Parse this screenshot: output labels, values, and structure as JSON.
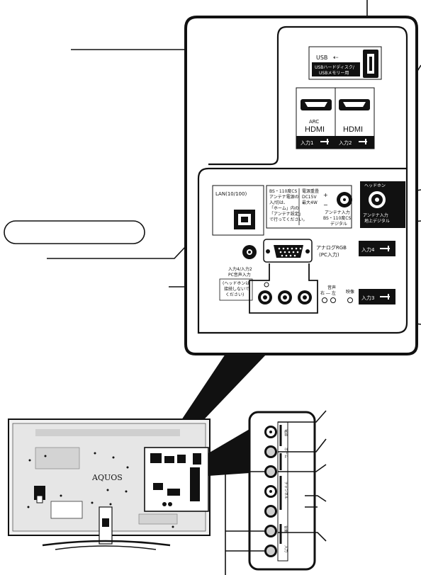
{
  "panel": {
    "usb": {
      "label": "USB",
      "symbol": "⇠",
      "sublabel_1": "USBハードディスク/",
      "sublabel_2": "USBメモリー用"
    },
    "hdmi1": {
      "top": "ARC",
      "name": "HDMI",
      "input": "入力1"
    },
    "hdmi2": {
      "name": "HDMI",
      "input": "入力2"
    },
    "lan": {
      "label": "LAN(10/100)"
    },
    "antenna_note": {
      "lines": [
        "BS・110度CS",
        "アンテナ電源の",
        "入/切は、",
        "「ホーム」内の",
        "「アンテナ設定」",
        "で行ってください。"
      ]
    },
    "power_supply": {
      "lines": [
        "電源重畳",
        "DC15V",
        "最大4W"
      ]
    },
    "bs_antenna": {
      "lines": [
        "アンテナ入力",
        "BS・110度CS",
        "デジタル"
      ]
    },
    "headphone": {
      "label": "ヘッドホン"
    },
    "terrestrial": {
      "lines": [
        "アンテナ入力",
        "地上デジタル"
      ]
    },
    "analog_rgb": {
      "lines": [
        "アナログRGB",
        "(PC入力)"
      ],
      "input": "入力4"
    },
    "pc_audio": {
      "lines": [
        "入力4/入力2",
        "PC音声入力"
      ]
    },
    "headphone_warning": {
      "lines": [
        "(ヘッドホンは",
        "接続しないで",
        "ください)"
      ]
    },
    "av_input": {
      "audio_label": "音声",
      "right_left": "右 ― 左",
      "video_label": "映像",
      "input": "入力3"
    }
  },
  "tv": {
    "brand": "AQUOS"
  },
  "side_buttons": {
    "labels": [
      "電源",
      "ホーム",
      "チャンネル",
      "音量",
      "入力"
    ]
  }
}
